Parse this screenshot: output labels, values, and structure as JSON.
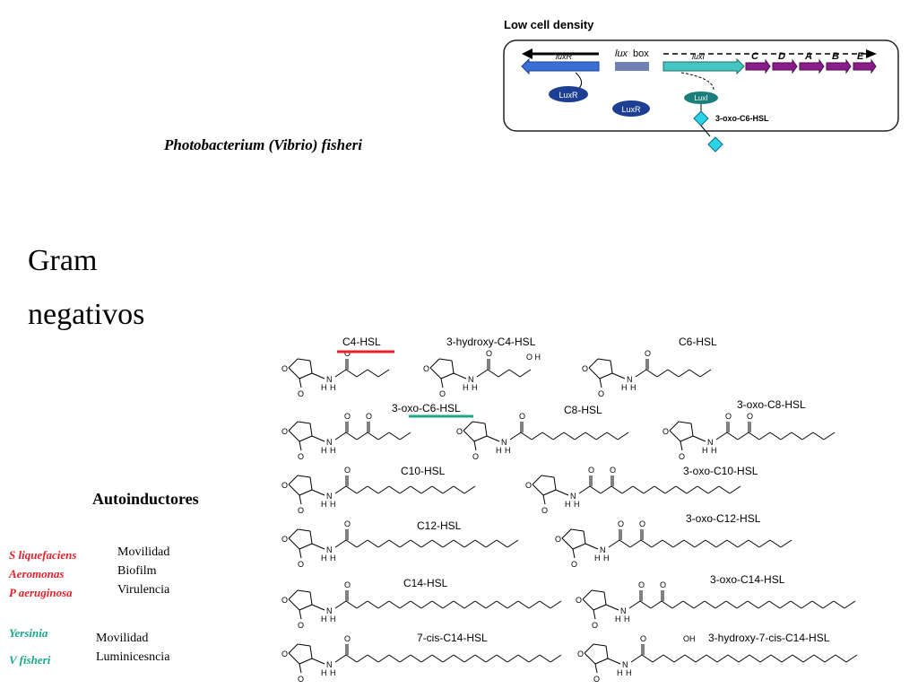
{
  "diagram": {
    "title": "Low cell density",
    "genes": {
      "luxR": "luxR",
      "lux_box_italic": "lux",
      "lux_box_word": "box",
      "luxI": "luxI",
      "C": "C",
      "D": "D",
      "A": "A",
      "B": "B",
      "E": "E"
    },
    "proteins": {
      "luxR_protein": "LuxR",
      "luxI_protein": "LuxI"
    },
    "signal": "3-oxo-C6-HSL"
  },
  "species_title": "Photobacterium (Vibrio)  fisheri",
  "heading": {
    "line1": "Gram",
    "line2": "negativos"
  },
  "autoinductores": "Autoinductores",
  "groups": [
    {
      "species": [
        "S liquefaciens",
        "Aeromonas",
        "P aeruginosa"
      ],
      "functions": [
        "Movilidad",
        "Biofilm",
        "Virulencia"
      ]
    },
    {
      "species": [
        "Yersinia",
        "V fisheri"
      ],
      "functions": [
        "Movilidad",
        "Luminicesncia"
      ]
    }
  ],
  "structures": {
    "c4": "C4-HSL",
    "oh_c4": "3-hydroxy-C4-HSL",
    "c6": "C6-HSL",
    "oxo_c6": "3-oxo-C6-HSL",
    "c8": "C8-HSL",
    "oxo_c8": "3-oxo-C8-HSL",
    "c10": "C10-HSL",
    "oxo_c10": "3-oxo-C10-HSL",
    "c12": "C12-HSL",
    "oxo_c12": "3-oxo-C12-HSL",
    "c14": "C14-HSL",
    "oxo_c14": "3-oxo-C14-HSL",
    "cis_c14": "7-cis-C14-HSL",
    "oh_cis_c14": "3-hydroxy-7-cis-C14-HSL",
    "atom_O": "O",
    "atom_N": "N",
    "atom_H": "H",
    "atom_OH": "O H",
    "atom_OH2": "OH"
  },
  "colors": {
    "red": "#e8202a",
    "teal": "#1aa88a",
    "luxR_gene": "#3b6fd6",
    "luxI_gene": "#45c6c0",
    "operon": "#8b1d8b",
    "protein": "#1c3f94"
  }
}
